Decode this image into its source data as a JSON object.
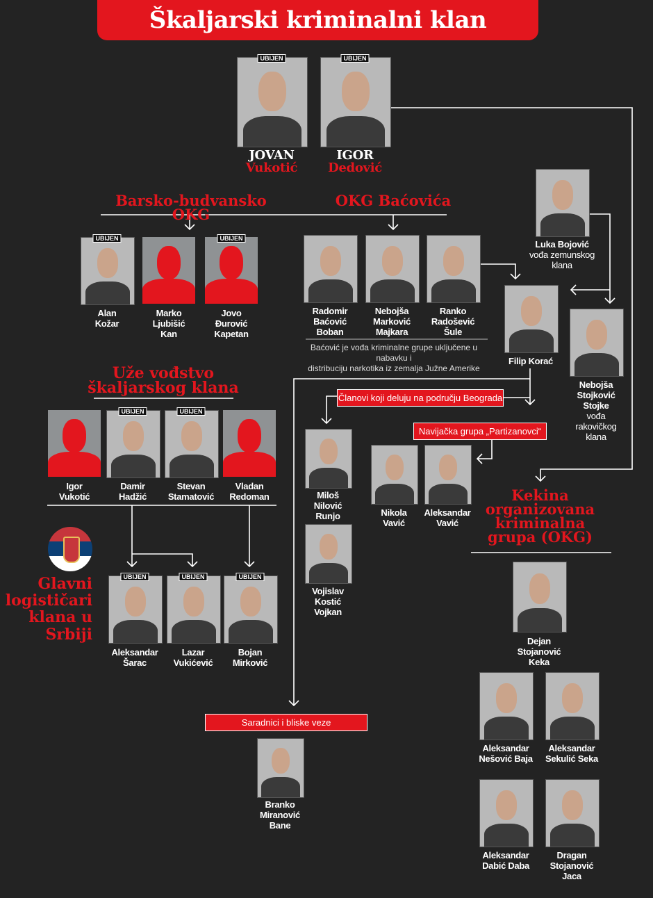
{
  "title": "Škaljarski kriminalni klan",
  "killed_label": "UBIJEN",
  "headings": {
    "barsko": "Barsko-budvansko OKG",
    "bacovica": "OKG Baćovića",
    "uze": [
      "Uže vođstvo",
      "škaljarskog klana"
    ],
    "logisticari": [
      "Glavni",
      "logističari",
      "klana u",
      "Srbiji"
    ],
    "kekina": [
      "Kekina",
      "organizovana",
      "kriminalna",
      "grupa (OKG)"
    ]
  },
  "boxes": {
    "clanovi": "Članovi koji deluju na području Beograda",
    "navijacka": "Navijačka grupa „Partizanovci“",
    "saradnici": "Saradnici i bliske veze"
  },
  "bacovic_note": [
    "Baćović je vođa kriminalne grupe uključene u nabavku i",
    "distribuciju narkotika iz zemalja Južne Amerike"
  ],
  "colors": {
    "accent": "#e3161e",
    "background": "#232323"
  },
  "people": [
    {
      "id": "jovan-vukotic",
      "name": [
        "JOVAN",
        "Vukotić"
      ],
      "killed": true,
      "photo": "photo"
    },
    {
      "id": "igor-dedovic",
      "name": [
        "IGOR",
        "Dedović"
      ],
      "killed": true,
      "photo": "photo"
    },
    {
      "id": "luka-bojovic",
      "name": [
        "Luka Bojović"
      ],
      "caption": [
        "vođa zemunskog",
        "klana"
      ],
      "killed": false,
      "photo": "photo"
    },
    {
      "id": "alan-kozar",
      "name": [
        "Alan",
        "Kožar"
      ],
      "killed": true,
      "photo": "photo"
    },
    {
      "id": "marko-ljubisic",
      "name": [
        "Marko",
        "Ljubišić",
        "Kan"
      ],
      "killed": false,
      "photo": "silhouette"
    },
    {
      "id": "jovo-durovic",
      "name": [
        "Jovo",
        "Đurović",
        "Kapetan"
      ],
      "killed": true,
      "photo": "silhouette"
    },
    {
      "id": "radomir-bacovic",
      "name": [
        "Radomir",
        "Baćović",
        "Boban"
      ],
      "killed": false,
      "photo": "photo"
    },
    {
      "id": "nebojsa-markovic",
      "name": [
        "Nebojša",
        "Marković",
        "Majkara"
      ],
      "killed": false,
      "photo": "photo"
    },
    {
      "id": "ranko-radosevic",
      "name": [
        "Ranko",
        "Radošević",
        "Šule"
      ],
      "killed": false,
      "photo": "photo"
    },
    {
      "id": "filip-korac",
      "name": [
        "Filip Korać"
      ],
      "killed": false,
      "photo": "photo"
    },
    {
      "id": "nebojsa-stojkovic",
      "name": [
        "Nebojša",
        "Stojković",
        "Stojke"
      ],
      "caption": [
        "vođa",
        "rakovičkog",
        "klana"
      ],
      "killed": false,
      "photo": "photo"
    },
    {
      "id": "igor-vukotic",
      "name": [
        "Igor",
        "Vukotić"
      ],
      "killed": false,
      "photo": "silhouette"
    },
    {
      "id": "damir-hadzic",
      "name": [
        "Damir",
        "Hadžić"
      ],
      "killed": true,
      "photo": "photo"
    },
    {
      "id": "stevan-stamatovic",
      "name": [
        "Stevan",
        "Stamatović"
      ],
      "killed": true,
      "photo": "photo"
    },
    {
      "id": "vladan-redoman",
      "name": [
        "Vladan",
        "Redoman"
      ],
      "killed": false,
      "photo": "silhouette"
    },
    {
      "id": "milos-nilovic",
      "name": [
        "Miloš",
        "Nilović",
        "Runjo"
      ],
      "killed": false,
      "photo": "photo"
    },
    {
      "id": "vojislav-kostic",
      "name": [
        "Vojislav",
        "Kostić",
        "Vojkan"
      ],
      "killed": false,
      "photo": "photo"
    },
    {
      "id": "nikola-vavic",
      "name": [
        "Nikola",
        "Vavić"
      ],
      "killed": false,
      "photo": "photo"
    },
    {
      "id": "aleksandar-vavic",
      "name": [
        "Aleksandar",
        "Vavić"
      ],
      "killed": false,
      "photo": "photo"
    },
    {
      "id": "dejan-stojanovic",
      "name": [
        "Dejan",
        "Stojanović",
        "Keka"
      ],
      "killed": false,
      "photo": "photo"
    },
    {
      "id": "aleksandar-sarac",
      "name": [
        "Aleksandar",
        "Šarac"
      ],
      "killed": true,
      "photo": "photo"
    },
    {
      "id": "lazar-vukicevic",
      "name": [
        "Lazar",
        "Vukićević"
      ],
      "killed": true,
      "photo": "photo"
    },
    {
      "id": "bojan-mirkovic",
      "name": [
        "Bojan",
        "Mirković"
      ],
      "killed": true,
      "photo": "photo"
    },
    {
      "id": "branko-miranovic",
      "name": [
        "Branko",
        "Miranović",
        "Bane"
      ],
      "killed": false,
      "photo": "photo"
    },
    {
      "id": "aleksandar-nesovic",
      "name": [
        "Aleksandar",
        "Nešović Baja"
      ],
      "killed": false,
      "photo": "photo"
    },
    {
      "id": "aleksandar-sekulic",
      "name": [
        "Aleksandar",
        "Sekulić Seka"
      ],
      "killed": false,
      "photo": "photo"
    },
    {
      "id": "aleksandar-dabic",
      "name": [
        "Aleksandar",
        "Dabić Daba"
      ],
      "killed": false,
      "photo": "photo"
    },
    {
      "id": "dragan-stojanovic",
      "name": [
        "Dragan",
        "Stojanović",
        "Jaca"
      ],
      "killed": false,
      "photo": "photo"
    }
  ]
}
